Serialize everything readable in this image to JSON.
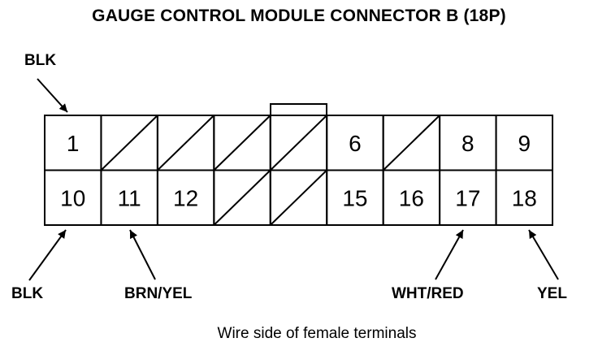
{
  "title": "GAUGE CONTROL MODULE CONNECTOR B (18P)",
  "caption": "Wire side of female terminals",
  "connector": {
    "top_row": [
      "1",
      "",
      "",
      "",
      "",
      "6",
      "",
      "8",
      "9"
    ],
    "bottom_row": [
      "10",
      "11",
      "12",
      "",
      "",
      "15",
      "16",
      "17",
      "18"
    ]
  },
  "wire_labels": {
    "pin1": "BLK",
    "pin10": "BLK",
    "pin11": "BRN/YEL",
    "pin17": "WHT/RED",
    "pin18": "YEL"
  },
  "colors": {
    "line": "#000000",
    "background": "#ffffff"
  }
}
